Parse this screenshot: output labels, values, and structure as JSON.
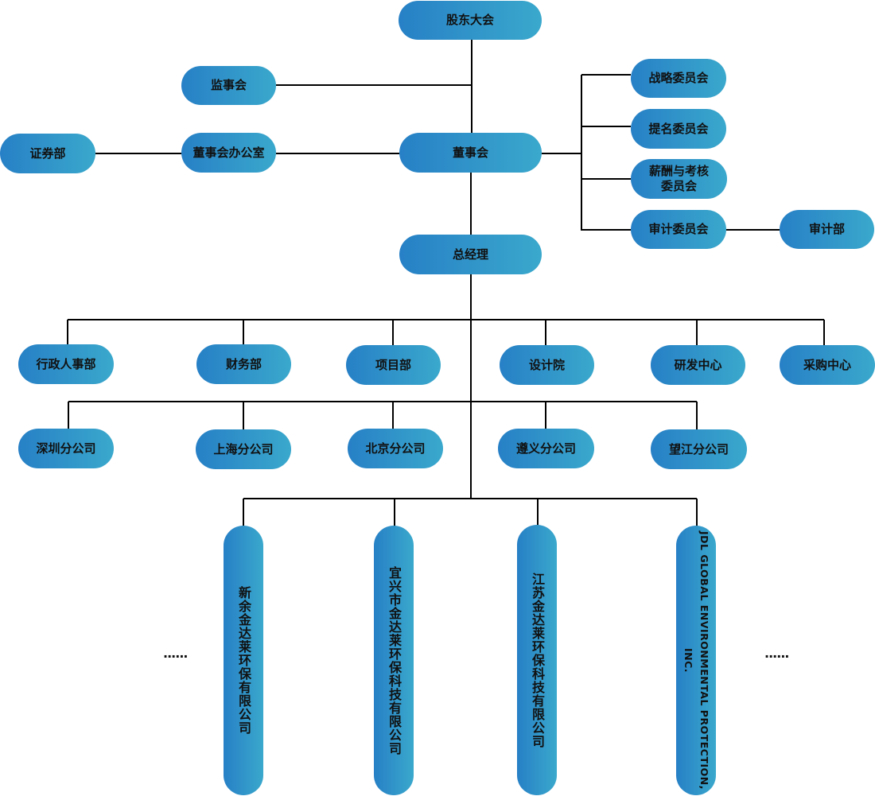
{
  "diagram": {
    "type": "org-chart",
    "nodes": {
      "shareholders": "股东大会",
      "supervisory": "监事会",
      "board": "董事会",
      "board_office": "董事会办公室",
      "securities": "证券部",
      "strategy_committee": "战略委员会",
      "nomination_committee": "提名委员会",
      "compensation_committee": "薪酬与考核委员会",
      "audit_committee": "审计委员会",
      "audit_dept": "审计部",
      "general_manager": "总经理",
      "departments": [
        "行政人事部",
        "财务部",
        "项目部",
        "设计院",
        "研发中心",
        "采购中心"
      ],
      "branches": [
        "深圳分公司",
        "上海分公司",
        "北京分公司",
        "遵义分公司",
        "望江分公司"
      ],
      "subsidiaries": [
        "新余金达莱环保有限公司",
        "宜兴市金达莱环保科技有限公司",
        "江苏金达莱环保科技有限公司",
        "JDL GLOBAL ENVIRONMENTAL PROTECTION, INC."
      ]
    },
    "ellipsis_left": "......",
    "ellipsis_right": "......",
    "colors": {
      "node_gradient_start": "#2780c6",
      "node_gradient_end": "#3aa8cc",
      "connector": "#000000",
      "text": "#111111"
    }
  }
}
